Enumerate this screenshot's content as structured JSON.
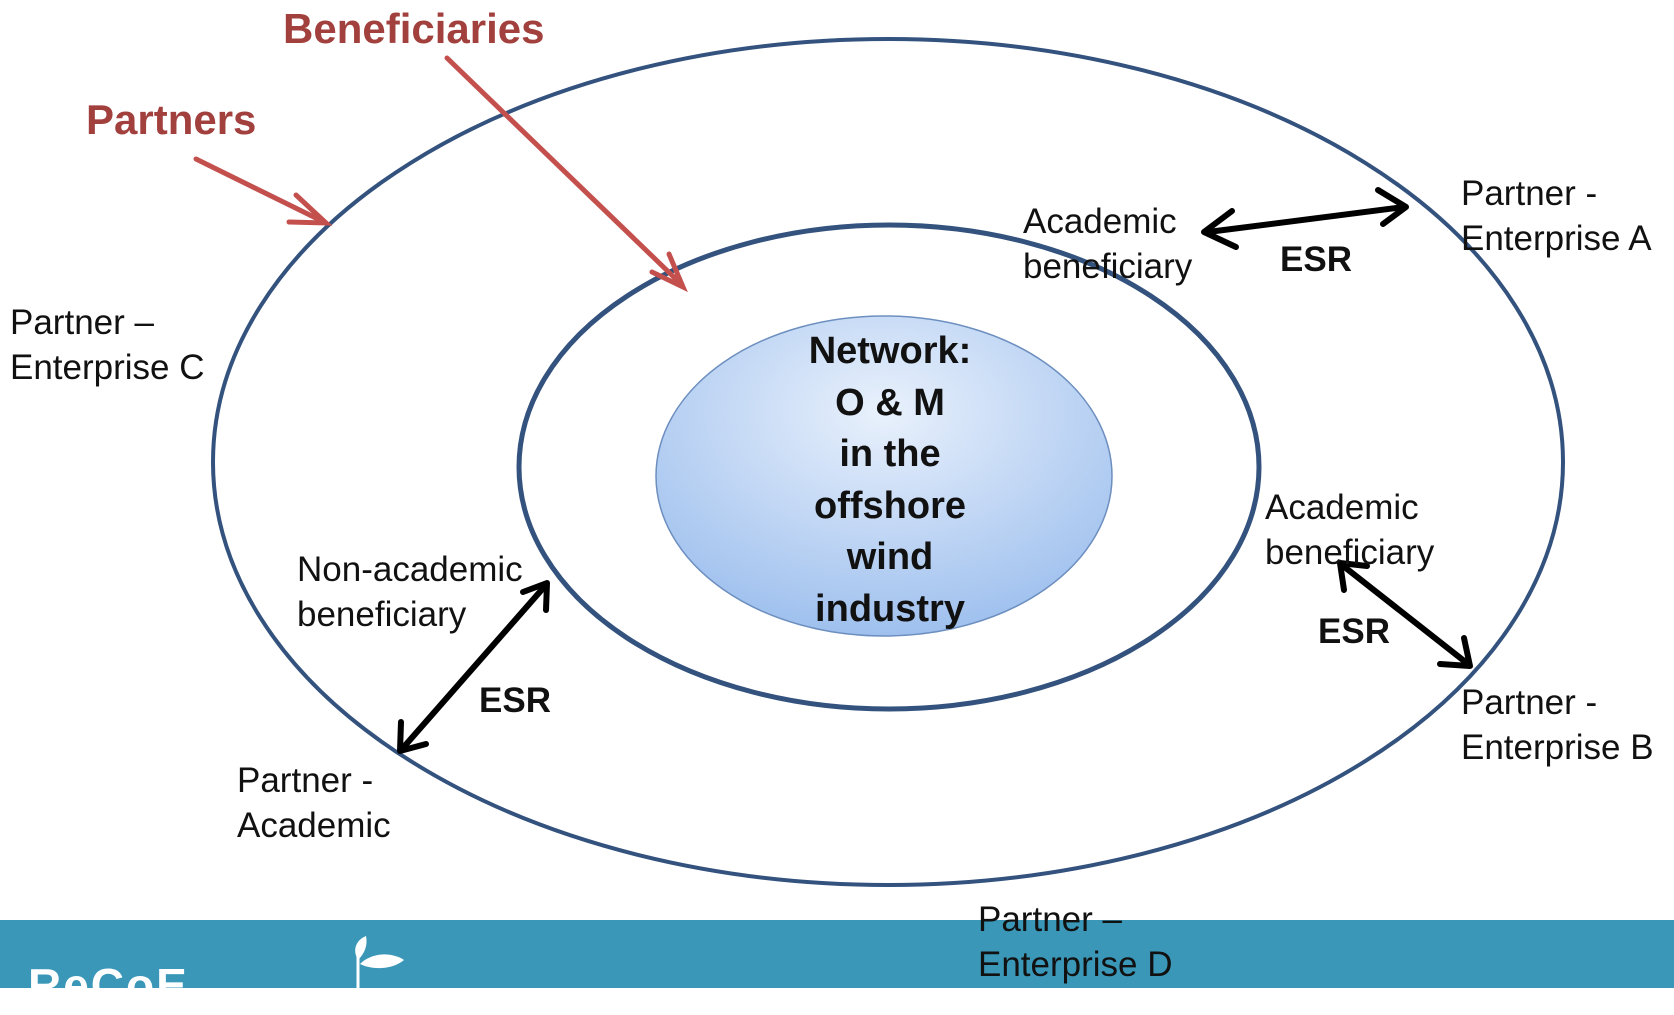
{
  "labels": {
    "beneficiaries": "Beneficiaries",
    "partners": "Partners",
    "center_text": "Network:\nO & M\nin the\noffshore\nwind\nindustry",
    "partner_enterprise_a": "Partner -\nEnterprise A",
    "partner_enterprise_b": "Partner -\nEnterprise B",
    "partner_enterprise_c": "Partner –\nEnterprise C",
    "partner_enterprise_d": "Partner –\nEnterprise D",
    "partner_academic": "Partner -\nAcademic",
    "academic_beneficiary_top": "Academic\nbeneficiary",
    "academic_beneficiary_right": "Academic\nbeneficiary",
    "non_academic_beneficiary": "Non-academic\nbeneficiary",
    "esr_top": "ESR",
    "esr_right": "ESR",
    "esr_left": "ESR"
  },
  "footer": {
    "logo_text": "ReCoE",
    "background_color": "#3a97b8"
  },
  "colors": {
    "ellipse_stroke": "#33527e",
    "red_arrow": "#c4504d",
    "red_text": "#a2403e",
    "center_fill_top": "#e8f0fb",
    "center_fill_bottom": "#9fc1ef"
  }
}
